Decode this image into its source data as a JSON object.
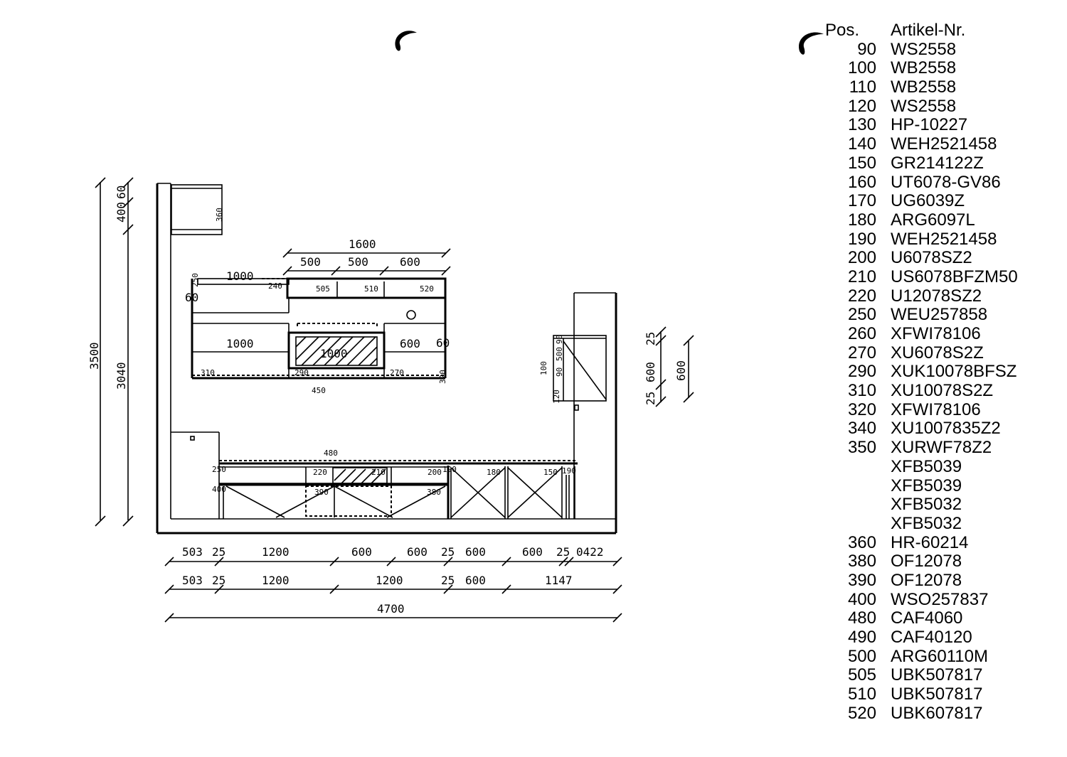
{
  "legend": {
    "header": {
      "pos": "Pos.",
      "article": "Artikel-Nr."
    },
    "rows": [
      {
        "pos": "90",
        "article": "WS2558"
      },
      {
        "pos": "100",
        "article": "WB2558"
      },
      {
        "pos": "110",
        "article": "WB2558"
      },
      {
        "pos": "120",
        "article": "WS2558"
      },
      {
        "pos": "130",
        "article": "HP-10227"
      },
      {
        "pos": "140",
        "article": "WEH2521458"
      },
      {
        "pos": "150",
        "article": "GR214122Z"
      },
      {
        "pos": "160",
        "article": "UT6078-GV86"
      },
      {
        "pos": "170",
        "article": "UG6039Z"
      },
      {
        "pos": "180",
        "article": "ARG6097L"
      },
      {
        "pos": "190",
        "article": "WEH2521458"
      },
      {
        "pos": "200",
        "article": "U6078SZ2"
      },
      {
        "pos": "210",
        "article": "US6078BFZM50"
      },
      {
        "pos": "220",
        "article": "U12078SZ2"
      },
      {
        "pos": "250",
        "article": "WEU257858"
      },
      {
        "pos": "260",
        "article": "XFWI78106"
      },
      {
        "pos": "270",
        "article": "XU6078S2Z"
      },
      {
        "pos": "290",
        "article": "XUK10078BFSZ"
      },
      {
        "pos": "310",
        "article": "XU10078S2Z"
      },
      {
        "pos": "320",
        "article": "XFWI78106"
      },
      {
        "pos": "340",
        "article": "XU1007835Z2"
      },
      {
        "pos": "350",
        "article": "XURWF78Z2"
      },
      {
        "pos": "",
        "article": "XFB5039"
      },
      {
        "pos": "",
        "article": "XFB5039"
      },
      {
        "pos": "",
        "article": "XFB5032"
      },
      {
        "pos": "",
        "article": "XFB5032"
      },
      {
        "pos": "360",
        "article": "HR-60214"
      },
      {
        "pos": "380",
        "article": "OF12078"
      },
      {
        "pos": "390",
        "article": "OF12078"
      },
      {
        "pos": "400",
        "article": "WSO257837"
      },
      {
        "pos": "480",
        "article": "CAF4060"
      },
      {
        "pos": "490",
        "article": "CAF40120"
      },
      {
        "pos": "500",
        "article": "ARG60110M"
      },
      {
        "pos": "505",
        "article": "UBK507817"
      },
      {
        "pos": "510",
        "article": "UBK507817"
      },
      {
        "pos": "520",
        "article": "UBK607817"
      }
    ]
  },
  "dims": {
    "h_3500": "3500",
    "h_3040": "3040",
    "h_400": "400",
    "h_60": "60",
    "shelf_360": "360",
    "top_1600": "1600",
    "top_500a": "500",
    "top_500b": "500",
    "top_600": "600",
    "top_1000": "1000",
    "wall_250": "250",
    "wall_240": "240",
    "wall_505": "505",
    "wall_510": "510",
    "wall_520": "520",
    "side_60_left": "60",
    "mid_1000_left": "1000",
    "mid_1000_oven": "1000",
    "mid_600": "600",
    "mid_60_right": "60",
    "lbl_310": "310",
    "lbl_290": "290",
    "lbl_270": "270",
    "lbl_320": "320",
    "lbl_450": "450",
    "lbl_480": "480",
    "lbl_250": "250",
    "lbl_220": "220",
    "lbl_210": "210",
    "lbl_200": "200",
    "lbl_190a": "190",
    "lbl_180": "180",
    "lbl_150": "150",
    "lbl_190b": "190",
    "lbl_400": "400",
    "lbl_390": "390",
    "lbl_380": "380",
    "side_100": "100",
    "side_90": "90",
    "side_500": "500",
    "side_90b": "90",
    "side_120": "120",
    "right_25a": "25",
    "right_600": "600",
    "right_25b": "25",
    "right_600b": "600",
    "row1": [
      "503",
      "25",
      "1200",
      "600",
      "600",
      "25",
      "600",
      "600",
      "25",
      "0422"
    ],
    "row2": [
      "503",
      "25",
      "1200",
      "1200",
      "25",
      "600",
      "1147"
    ],
    "total": "4700"
  }
}
